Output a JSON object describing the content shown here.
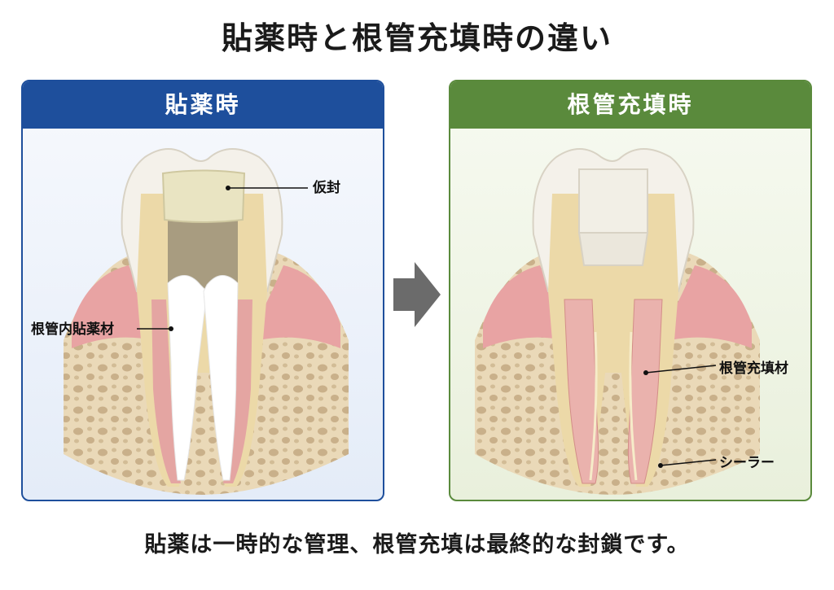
{
  "title": "貼薬時と根管充填時の違い",
  "panels": {
    "left": {
      "header": "貼薬時",
      "labels": {
        "temporary_seal": "仮封",
        "intracanal_medicament": "根管内貼薬材"
      },
      "color": "#1e4f9c"
    },
    "right": {
      "header": "根管充填時",
      "labels": {
        "filling_material": "根管充填材",
        "sealer": "シーラー"
      },
      "color": "#5a8a3c"
    }
  },
  "caption": "貼薬は一時的な管理、根管充填は最終的な封鎖です。"
}
